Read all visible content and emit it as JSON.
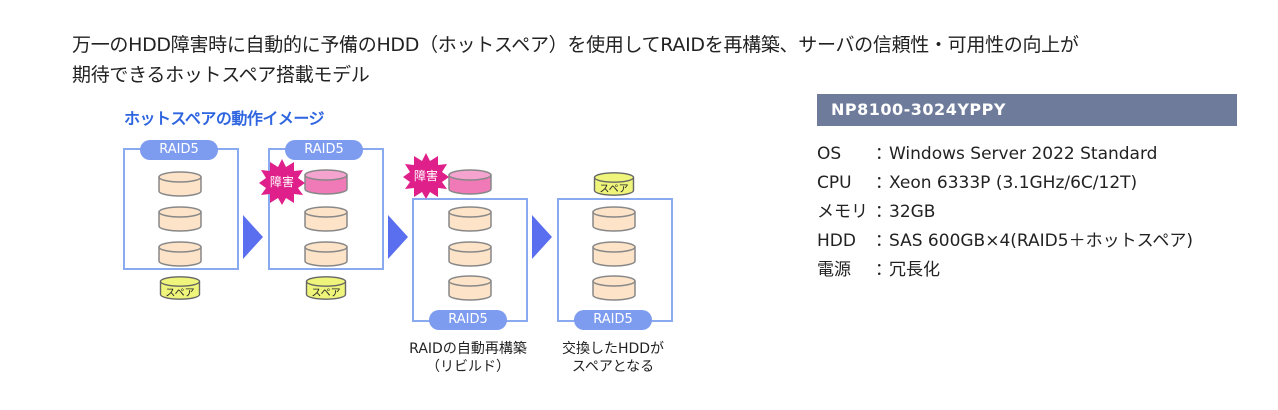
{
  "intro": {
    "line1": "万一のHDD障害時に自動的に予備のHDD（ホットスペア）を使用してRAIDを再構築、サーバの信頼性・可用性の向上が",
    "line2": "期待できるホットスペア搭載モデル"
  },
  "diagram": {
    "title": "ホットスペアの動作イメージ",
    "raid_label": "RAID5",
    "spare_label": "スペア",
    "failure_label": "障害",
    "colors": {
      "frame": "#8aaaf0",
      "raid_badge": "#7d9cf0",
      "arrow": "#5a6ef0",
      "disk_normal": "#fde3c8",
      "disk_failed": "#f07ab8",
      "disk_spare": "#eef57a",
      "burst": "#e0208a"
    },
    "captions": {
      "step3_line1": "RAIDの自動再構築",
      "step3_line2": "（リビルド）",
      "step4_line1": "交換したHDDが",
      "step4_line2": "スペアとなる"
    }
  },
  "specs": {
    "model": "NP8100-3024YPPY",
    "separator": "：",
    "rows": [
      {
        "key": "OS",
        "value": "Windows Server 2022 Standard"
      },
      {
        "key": "CPU",
        "value": "Xeon 6333P (3.1GHz/6C/12T)"
      },
      {
        "key": "メモリ",
        "value": "32GB"
      },
      {
        "key": "HDD",
        "value": "SAS 600GB×4(RAID5＋ホットスペア)"
      },
      {
        "key": "電源",
        "value": "冗長化"
      }
    ]
  }
}
